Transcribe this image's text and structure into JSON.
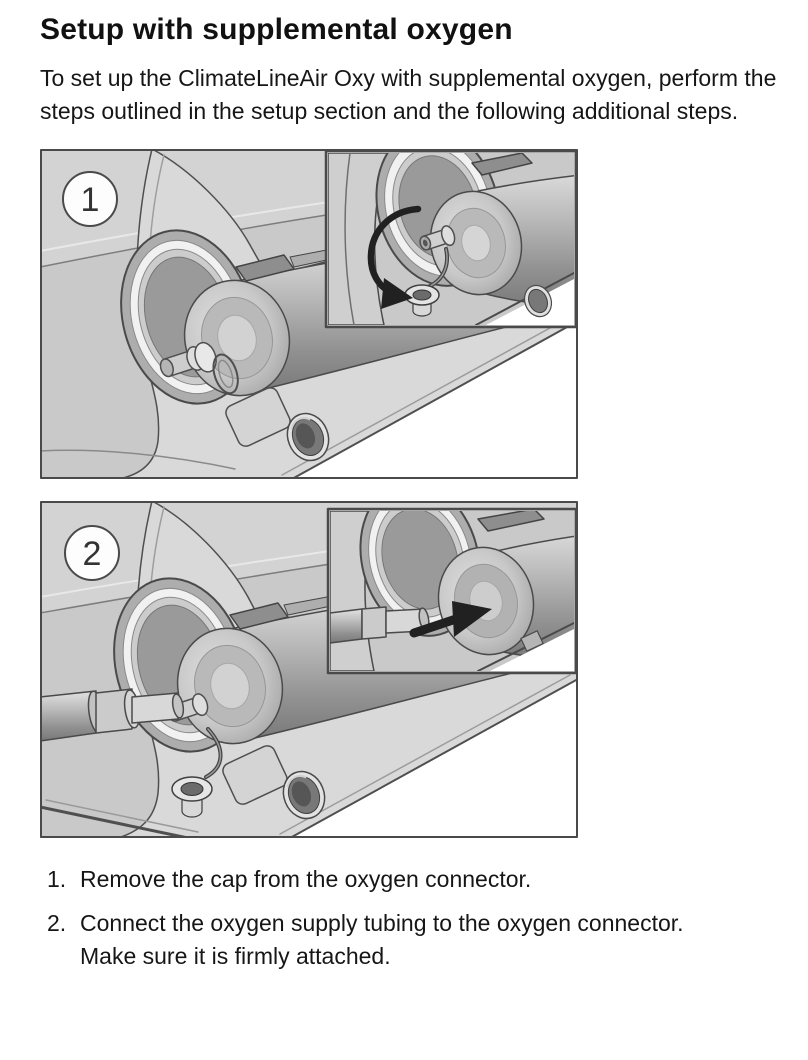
{
  "page": {
    "title": "Setup with supplemental oxygen",
    "intro": "To set up the ClimateLineAir Oxy with supplemental oxygen, perform the steps outlined in the setup section and the following additional steps.",
    "figures": [
      {
        "badge": "1"
      },
      {
        "badge": "2"
      }
    ],
    "steps": [
      {
        "number": "1.",
        "text": "Remove the cap from the oxygen connector."
      },
      {
        "number": "2.",
        "text": "Connect the oxygen supply tubing to the oxygen connector.",
        "note": "Make sure it is firmly attached."
      }
    ]
  },
  "colors": {
    "text": "#161616",
    "figure_background": "#c9c9c9",
    "illustration_line": "#4a4a4a",
    "device_surface": "#d9d9d9",
    "arrow": "#212121",
    "background": "#ffffff"
  }
}
